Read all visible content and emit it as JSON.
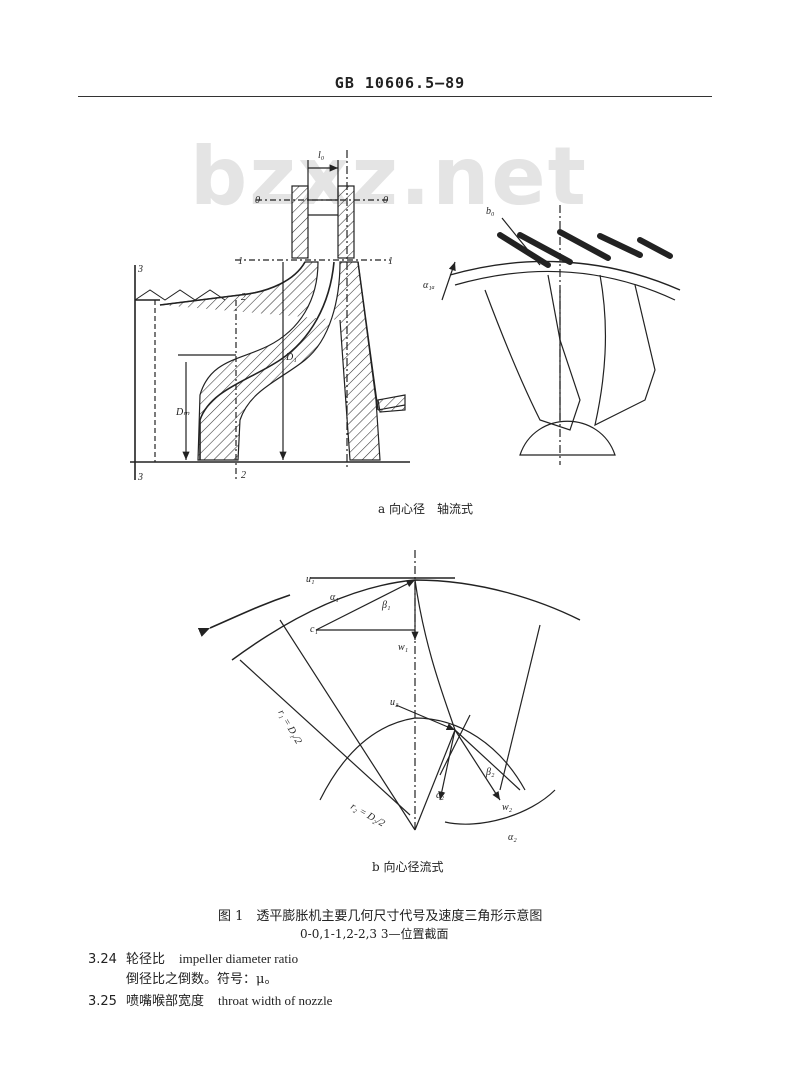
{
  "header": {
    "standard_code": "GB 10606.5—89"
  },
  "watermark": "bzxz.net",
  "figure_a": {
    "caption": "a 向心径　轴流式",
    "section_labels": [
      "0",
      "0",
      "1",
      "1",
      "2",
      "2",
      "3",
      "3"
    ],
    "dim_labels": {
      "l0": "l₀",
      "d1": "D₁",
      "dm": "Dₘ",
      "b0": "b₀",
      "alpha1a": "α₁ₐ"
    }
  },
  "figure_b": {
    "caption": "b 向心径流式",
    "labels": {
      "u1": "u₁",
      "alpha1": "α₁",
      "beta1": "β₁",
      "c1": "c₁",
      "w1": "w₁",
      "u2": "u₂",
      "beta2": "β₂",
      "c2": "c₂",
      "w2": "w₂",
      "alpha2": "α₂",
      "r1": "r₁ = D₁/2",
      "r2": "r₂ = D₂/2"
    }
  },
  "figure_title": "图 1　透平膨胀机主要几何尺寸代号及速度三角形示意图",
  "figure_note": "0-0,1-1,2-2,3 3—位置截面",
  "entries": [
    {
      "number": "3.24",
      "zh": "轮径比",
      "en": "impeller diameter ratio",
      "definition": "倒径比之倒数。符号：μ。"
    },
    {
      "number": "3.25",
      "zh": "喷嘴喉部宽度",
      "en": "throat width of nozzle"
    }
  ]
}
